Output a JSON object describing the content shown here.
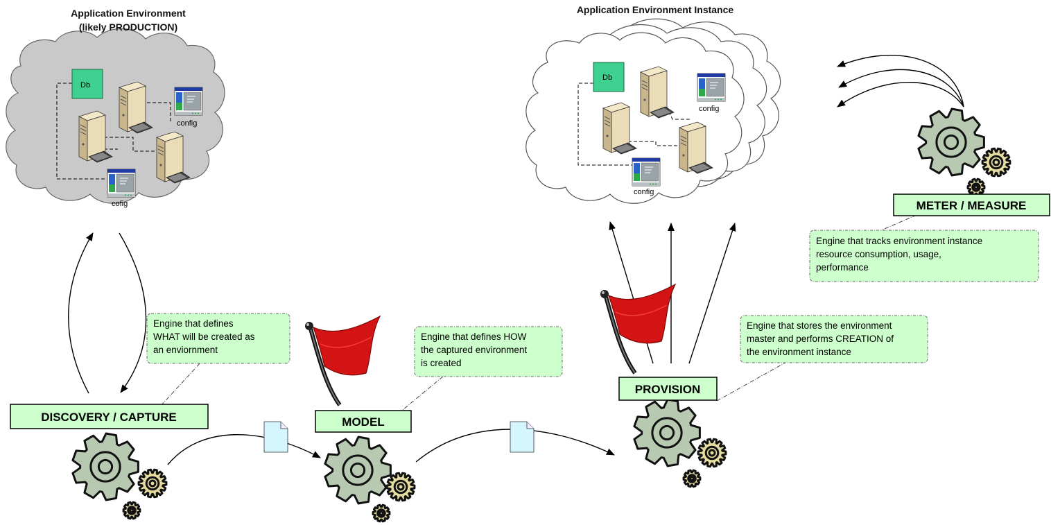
{
  "titles": {
    "left_line1": "Application Environment",
    "left_line2": "(likely PRODUCTION)",
    "right": "Application Environment Instance"
  },
  "left_cloud": {
    "db_label": "Db",
    "config_label": "config",
    "cofig_label": "cofig"
  },
  "right_cloud": {
    "db_label": "Db",
    "config_label_1": "config",
    "config_label_2": "config"
  },
  "stages": {
    "discovery": "DISCOVERY / CAPTURE",
    "model": "MODEL",
    "provision": "PROVISION",
    "meter": "METER / MEASURE"
  },
  "notes": {
    "discovery": [
      "Engine that defines",
      "WHAT will be created as",
      "an enviornment"
    ],
    "model": [
      "Engine that defines HOW",
      "the captured environment",
      "is created"
    ],
    "provision": [
      "Engine that stores the environment",
      "master and performs CREATION of",
      "the environment instance"
    ],
    "meter": [
      "Engine that tracks environment instance",
      "resource consumption, usage,",
      "performance"
    ]
  },
  "colors": {
    "label_fill": "#ccffcc",
    "gear_fill": "#b7c9b0",
    "small_gear_fill": "#e6dca0",
    "flag_red": "#d41414",
    "db_fill": "#3fcf8f",
    "doc_fill": "#d6f6ff"
  }
}
